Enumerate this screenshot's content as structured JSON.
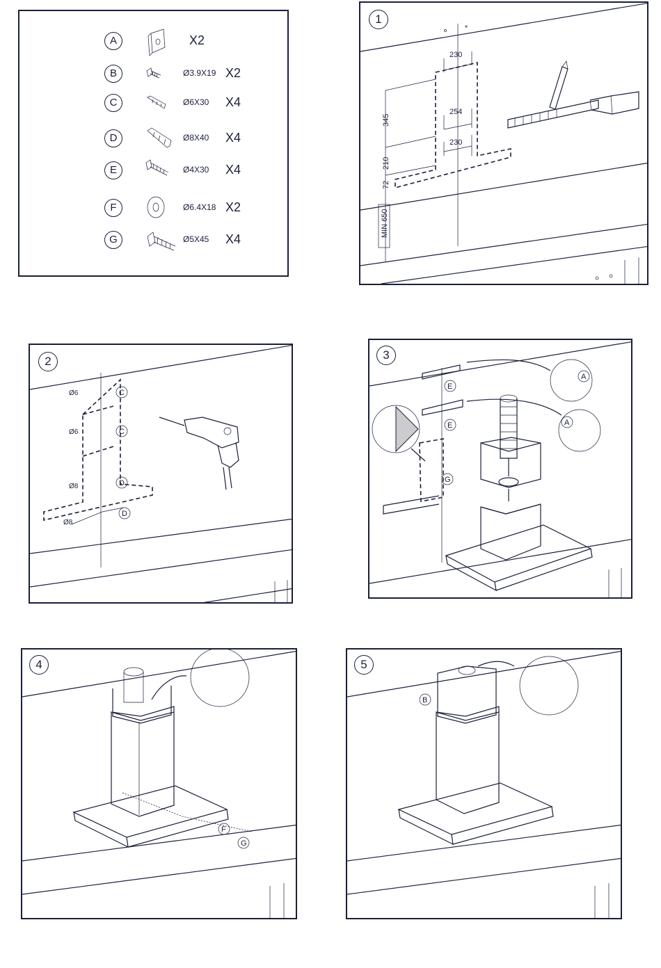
{
  "parts": [
    {
      "letter": "A",
      "spec": "",
      "qty": "X2",
      "icon": "mounting-bracket-icon"
    },
    {
      "letter": "B",
      "spec": "Ø3.9X19",
      "qty": "X2",
      "icon": "small-screw-icon"
    },
    {
      "letter": "C",
      "spec": "Ø6X30",
      "qty": "X4",
      "icon": "wall-plug-icon"
    },
    {
      "letter": "D",
      "spec": "Ø8X40",
      "qty": "X4",
      "icon": "large-wall-plug-icon"
    },
    {
      "letter": "E",
      "spec": "Ø4X30",
      "qty": "X4",
      "icon": "screw-icon"
    },
    {
      "letter": "F",
      "spec": "Ø6.4X18",
      "qty": "X2",
      "icon": "washer-icon"
    },
    {
      "letter": "G",
      "spec": "Ø5X45",
      "qty": "X4",
      "icon": "long-screw-icon"
    }
  ],
  "steps": [
    {
      "number": "1",
      "dims": {
        "top": "230",
        "middle": "254",
        "lower": "230",
        "left_upper": "345",
        "left_mid": "210",
        "left_low": "72",
        "min": "MIN 650"
      }
    },
    {
      "number": "2",
      "drills": {
        "d1": "Ø6",
        "d2": "Ø6",
        "d3": "Ø8",
        "d4": "Ø8"
      },
      "callouts": [
        "C",
        "C",
        "D",
        "D"
      ]
    },
    {
      "number": "3",
      "callouts": [
        "E",
        "E",
        "G",
        "A",
        "A"
      ]
    },
    {
      "number": "4",
      "callouts": [
        "F",
        "G"
      ]
    },
    {
      "number": "5",
      "callouts": [
        "B"
      ]
    }
  ]
}
